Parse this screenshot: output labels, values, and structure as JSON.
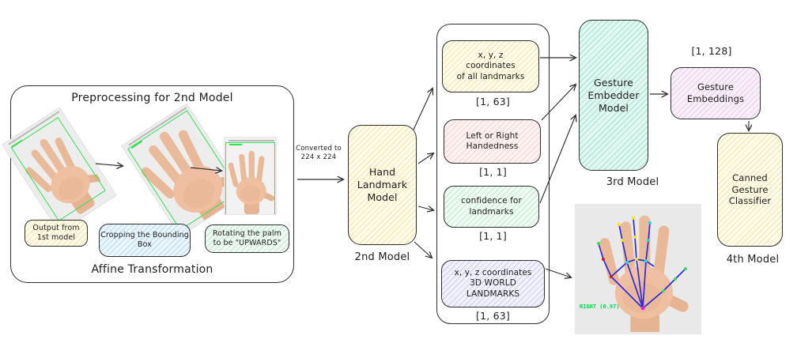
{
  "diagram": {
    "preprocessing": {
      "title": "Preprocessing for 2nd Model",
      "caption": "Affine Transformation",
      "step1_label": "Output from\n1st model",
      "step2_label": "Cropping the Bounding\nBox",
      "step3_label": "Rotating the palm\nto be \"UPWARDS\""
    },
    "convert_note": "Converted to\n224 x 224",
    "landmark_model": {
      "name": "Hand\nLandmark\nModel",
      "caption": "2nd Model"
    },
    "outputs": {
      "o1": {
        "label": "x, y, z\ncoordinates\nof all landmarks",
        "shape": "[1, 63]"
      },
      "o2": {
        "label": "Left or Right\nHandedness",
        "shape": "[1, 1]"
      },
      "o3": {
        "label": "confidence for\nlandmarks",
        "shape": "[1, 1]"
      },
      "o4": {
        "label": "x, y, z coordinates\n3D WORLD\nLANDMARKS",
        "shape": "[1, 63]"
      }
    },
    "embedder": {
      "name": "Gesture\nEmbedder\nModel",
      "caption": "3rd Model"
    },
    "embeddings": {
      "shape": "[1, 128]",
      "label": "Gesture\nEmbeddings"
    },
    "classifier": {
      "name": "Canned\nGesture\nClassifier",
      "caption": "4th Model"
    },
    "photo": {
      "annotation": "RIGHT (0.97)"
    },
    "colors": {
      "bounding_box_green": "#35e052",
      "annotation_green": "#00d94a",
      "skeleton_blue": "#2a2ae0",
      "node_border": "#2e2e2e"
    }
  }
}
